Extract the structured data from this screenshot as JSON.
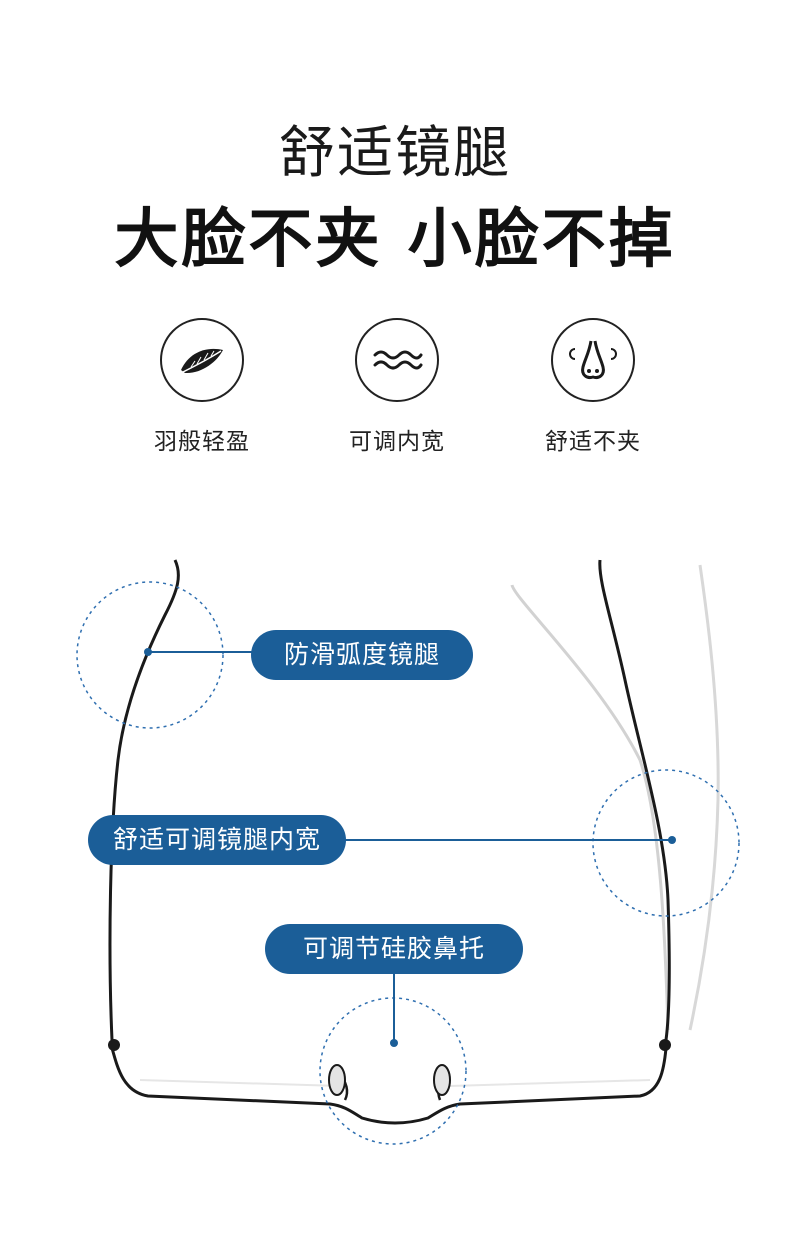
{
  "header": {
    "title_light": "舒适镜腿",
    "title_bold": "大脸不夹 小脸不掉"
  },
  "features": [
    {
      "icon": "feather-icon",
      "label": "羽般轻盈"
    },
    {
      "icon": "wave-icon",
      "label": "可调内宽"
    },
    {
      "icon": "nose-icon",
      "label": "舒适不夹"
    }
  ],
  "callouts": {
    "anti_slip": "防滑弧度镜腿",
    "adjustable_width": "舒适可调镜腿内宽",
    "nose_pad": "可调节硅胶鼻托"
  },
  "colors": {
    "accent": "#1b5e98",
    "dotted": "#2f6fb0",
    "frame": "#1a1a1a"
  }
}
